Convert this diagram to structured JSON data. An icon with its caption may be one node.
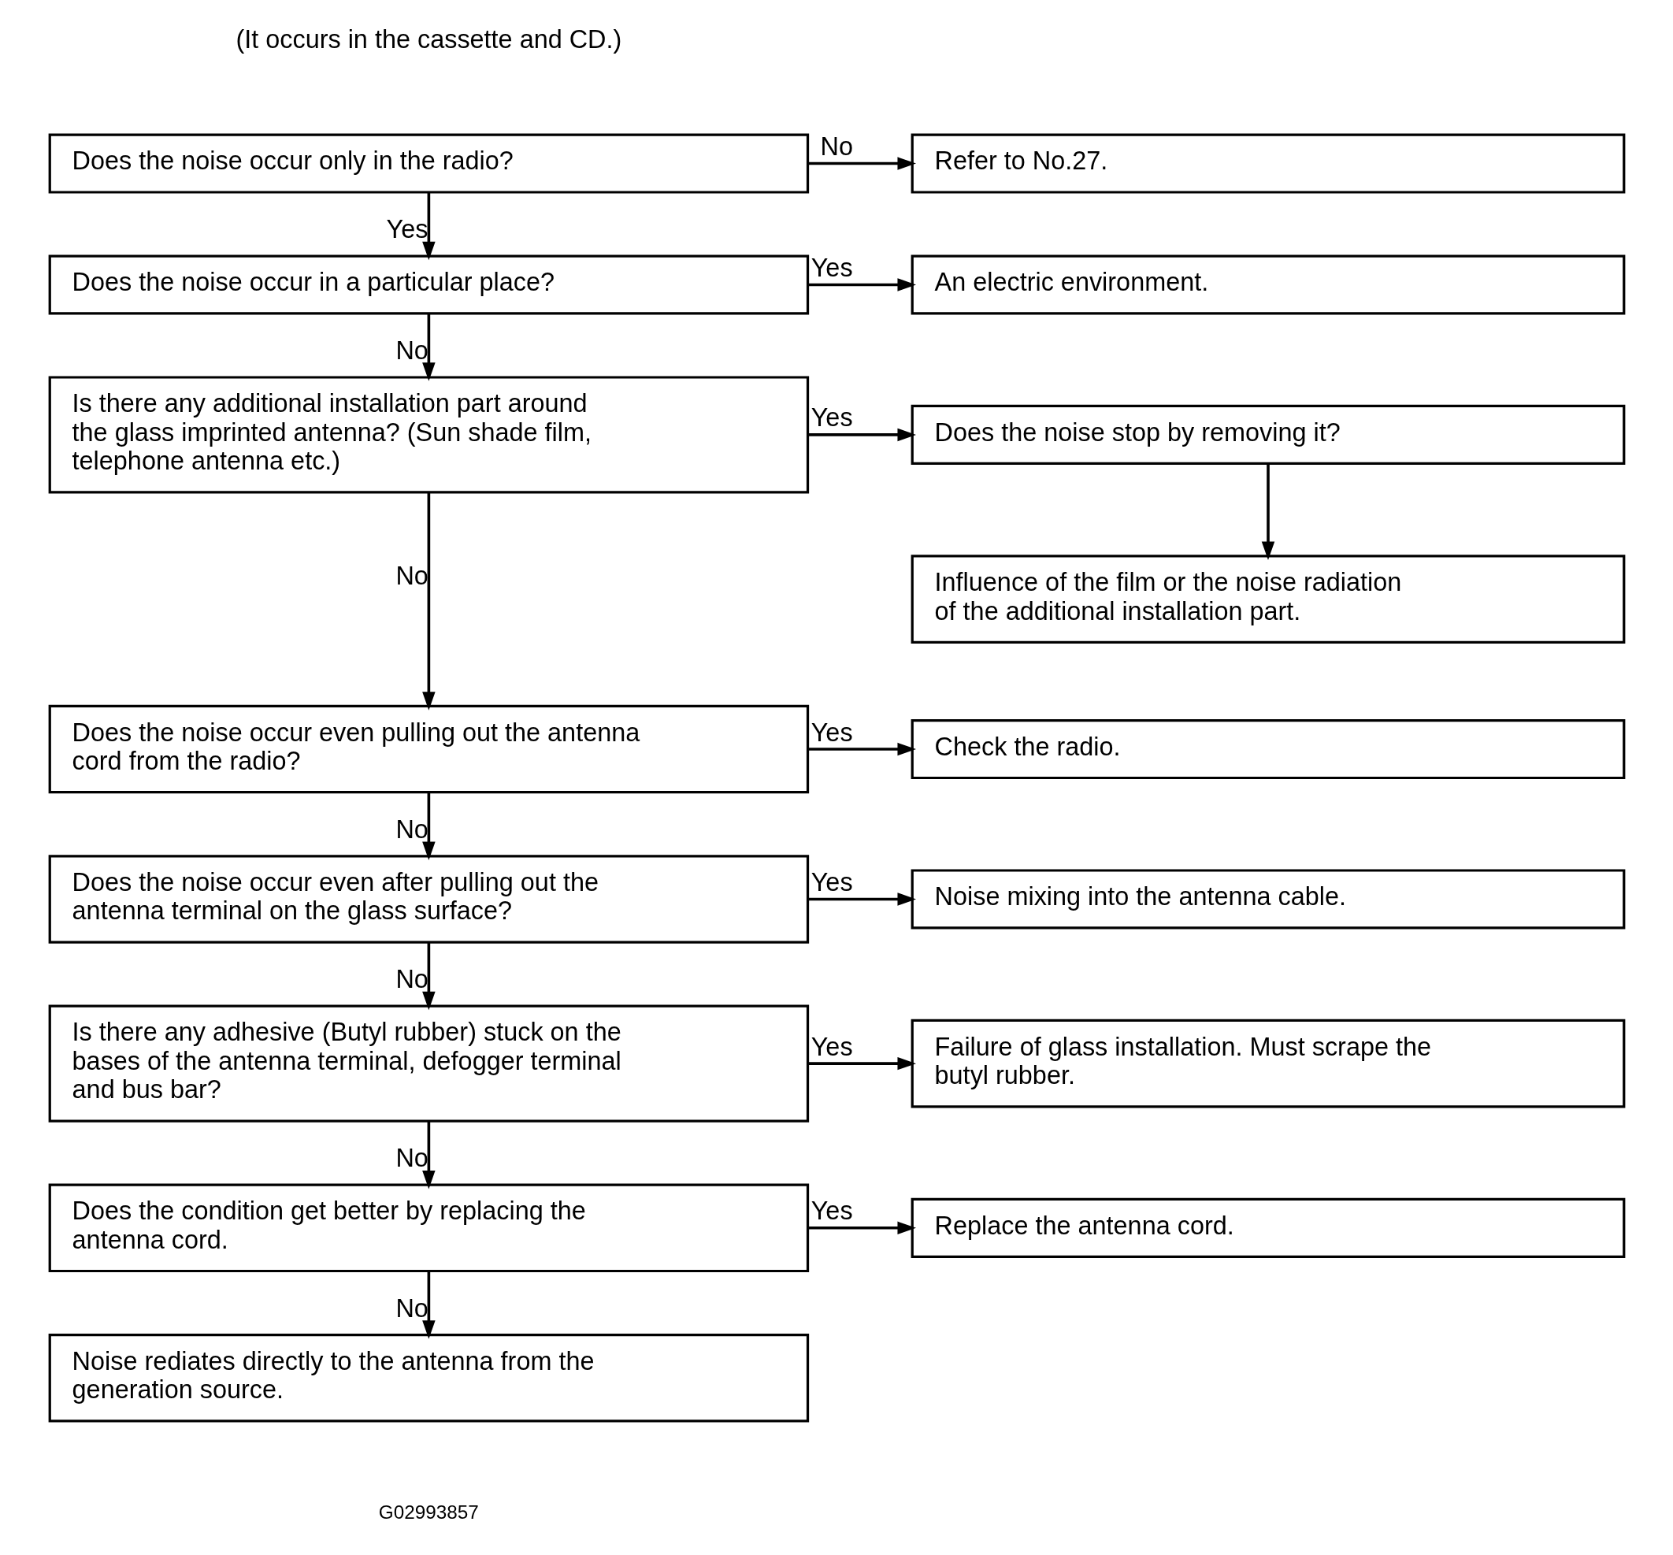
{
  "diagram": {
    "nodes": [
      {
        "text": [
          "Does the noise occur only in the radio?"
        ]
      },
      {
        "text": [
          "Refer to No.27."
        ]
      },
      {
        "text": [
          "Does the noise occur in a particular place?"
        ]
      },
      {
        "text": [
          "An electric environment."
        ]
      },
      {
        "text": [
          "Is there any additional installation part around the glass imprinted antenna? (Sun shade film, telephone antenna etc.)"
        ]
      },
      {
        "text": [
          "Does the noise stop by removing it?"
        ]
      },
      {
        "text": [
          "Influence of the film or the noise radiation of the additional installation part."
        ]
      },
      {
        "text": [
          "Does the noise occur even pulling out the antenna cord from the radio?"
        ]
      },
      {
        "text": [
          "Check the radio."
        ]
      },
      {
        "text": [
          "Does the noise occur even after pulling out the antenna terminal on the glass surface?"
        ]
      },
      {
        "text": [
          "Noise mixing into the antenna cable."
        ]
      },
      {
        "text": [
          "Is there any adhesive (Butyl rubber) stuck on the bases of the antenna terminal, defogger terminal and bus bar?"
        ]
      },
      {
        "text": [
          "Failure of glass installation. Must scrape the butyl rubber."
        ]
      },
      {
        "text": [
          "Does the condition get better by replacing the antenna cord."
        ]
      },
      {
        "text": [
          "Replace the antenna cord."
        ]
      },
      {
        "text": [
          "Noise rediates directly to the antenna from the generation source."
        ]
      }
    ],
    "edges": [
      {
        "from": 0,
        "to": 1,
        "arrow": "to",
        "label": "No"
      },
      {
        "from": 0,
        "to": 2,
        "arrow": "to",
        "label": "Yes"
      },
      {
        "from": 2,
        "to": 3,
        "arrow": "to",
        "label": "Yes"
      },
      {
        "from": 2,
        "to": 4,
        "arrow": "to",
        "label": "No"
      },
      {
        "from": 4,
        "to": 5,
        "arrow": "to",
        "label": "Yes"
      },
      {
        "from": 4,
        "to": 7,
        "arrow": "to",
        "label": "No"
      },
      {
        "from": 5,
        "to": 6,
        "arrow": "to"
      },
      {
        "from": 7,
        "to": 8,
        "arrow": "to",
        "label": "Yes"
      },
      {
        "from": 7,
        "to": 9,
        "arrow": "to",
        "label": "No"
      },
      {
        "from": 9,
        "to": 10,
        "arrow": "to",
        "label": "Yes"
      },
      {
        "from": 9,
        "to": 11,
        "arrow": "to",
        "label": "No"
      },
      {
        "from": 11,
        "to": 12,
        "arrow": "to",
        "label": "Yes"
      },
      {
        "from": 11,
        "to": 13,
        "arrow": "to",
        "label": "No"
      },
      {
        "from": 13,
        "to": 14,
        "arrow": "to",
        "label": "Yes"
      },
      {
        "from": 13,
        "to": 15,
        "arrow": "to",
        "label": "No"
      }
    ],
    "labels": [
      "(It occurs in the cassette and CD.)",
      "G02993857"
    ]
  }
}
